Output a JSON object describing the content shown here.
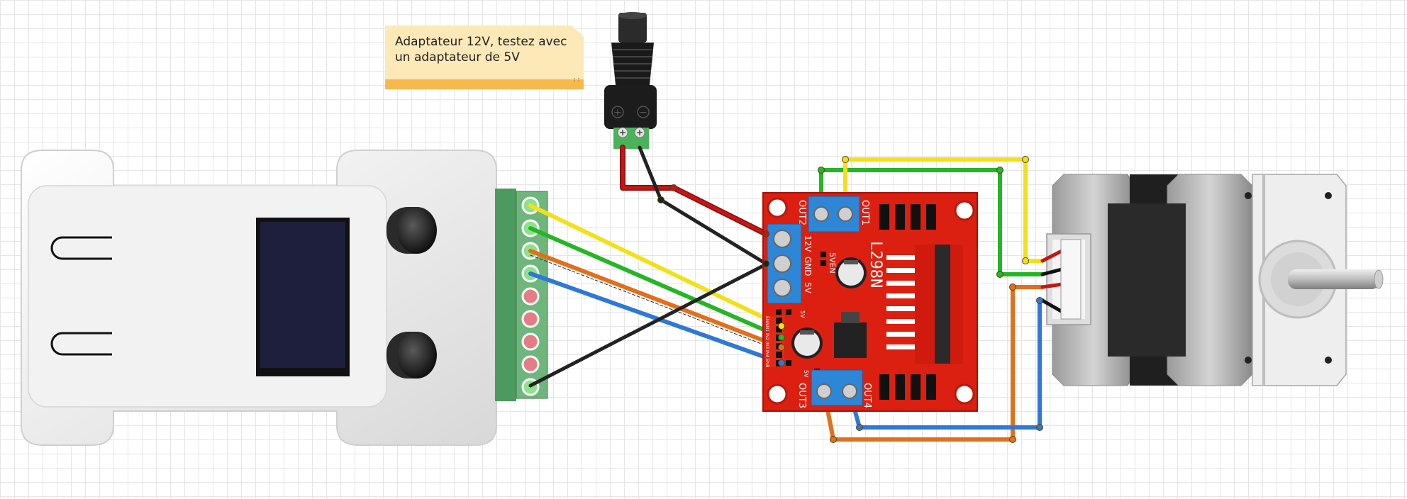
{
  "note": {
    "text": "Adaptateur 12V, testez avec un adaptateur de 5V"
  },
  "driver": {
    "chip": "L298N",
    "out1": "OUT1",
    "out2": "OUT2",
    "out3": "OUT3",
    "out4": "OUT4",
    "power_labels": [
      "12V",
      "GND",
      "5V"
    ],
    "enable_label": "5VEN",
    "input_pin_labels": [
      "ENA",
      "IN1",
      "IN2",
      "IN3",
      "IN4",
      "ENB"
    ],
    "small_labels": [
      "5V",
      "5V"
    ]
  },
  "jack": {
    "plus": "+",
    "minus": "−"
  },
  "wire_colors": {
    "yellow": "#f2e01a",
    "green": "#26b526",
    "orange": "#e0701b",
    "blue": "#2f78d4",
    "black": "#222222",
    "red": "#c21717"
  },
  "colors": {
    "board_red": "#db1f10",
    "terminal_blue": "#2d86d6",
    "terminal_green": "#5aa86b",
    "device_body": "#efefef",
    "screen": "#1e1f3c",
    "sticky_note": "#fde8b8"
  },
  "icons": [
    "dc-jack-icon",
    "stepper-motor-icon",
    "controller-device-icon",
    "terminal-block-icon",
    "l298n-board-icon"
  ]
}
